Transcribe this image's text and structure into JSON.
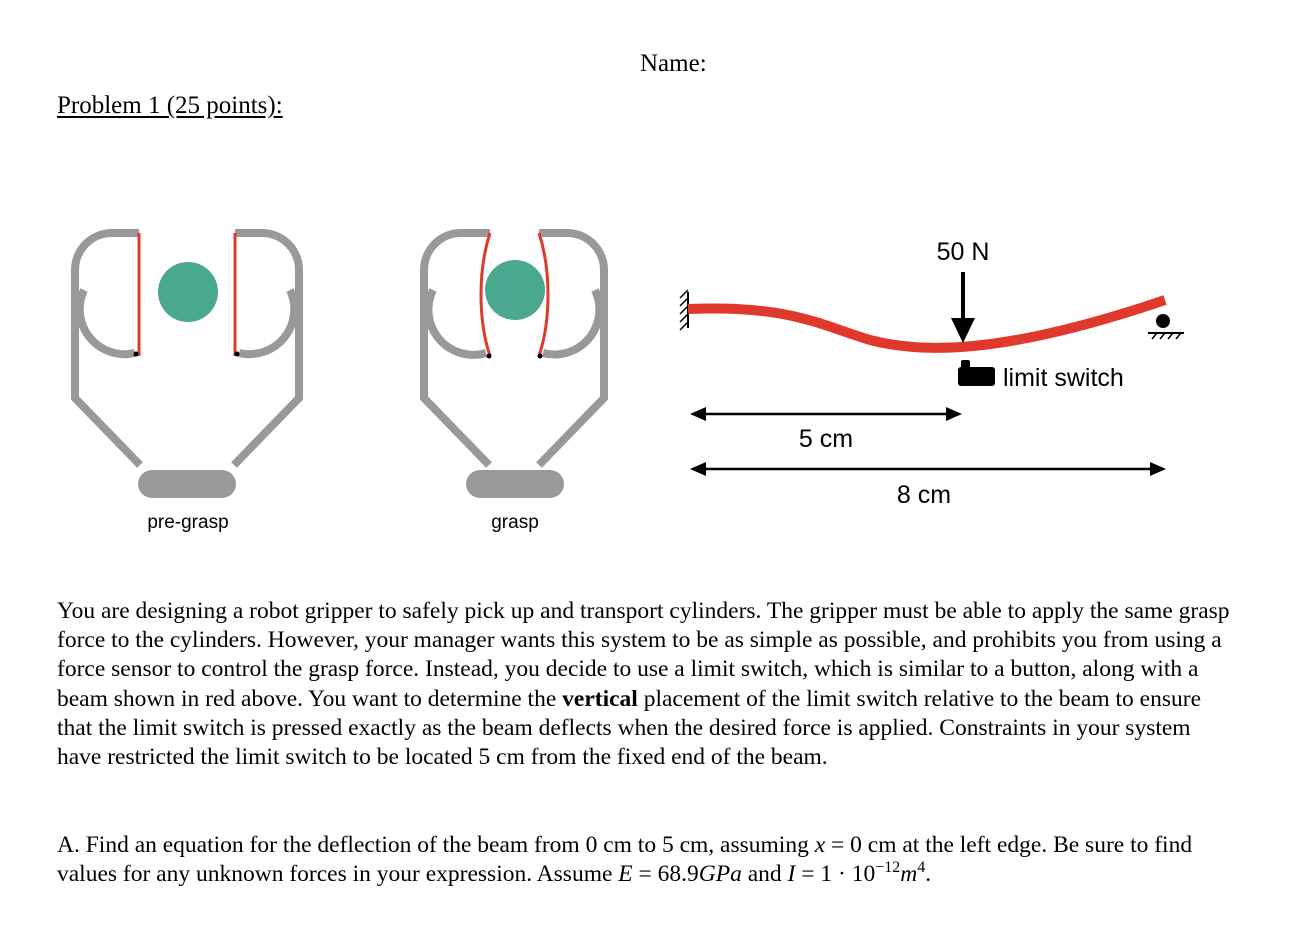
{
  "header": {
    "name_label": "Name:",
    "problem_title": "Problem 1 (25 points):"
  },
  "figure": {
    "gripper_labels": {
      "pre_grasp": "pre-grasp",
      "grasp": "grasp"
    },
    "beam": {
      "force_label": "50 N",
      "limit_switch_label": "limit switch",
      "dim_short_label": "5 cm",
      "dim_long_label": "8 cm"
    },
    "colors": {
      "gripper_gray": "#999999",
      "finger_red": "#e0392b",
      "cylinder_green": "#4aa88f",
      "beam_red": "#e0392b"
    }
  },
  "text": {
    "p1_a": "You are designing a robot gripper to safely pick up and transport cylinders. The gripper must be able to apply the same grasp force to the cylinders. However, your manager wants this system to be as simple as possible, and prohibits you from using a force sensor to control the grasp force. Instead, you decide to use a limit switch, which is similar to a button, along with a beam shown in red above. You want to determine the ",
    "p1_bold": "vertical",
    "p1_b": " placement of the limit switch relative to the beam to ensure that the limit switch is pressed exactly as the beam deflects when the desired force is applied. Constraints in your system have restricted the limit switch to be located 5 cm from the fixed end of the beam.",
    "p2_a": "A. Find an equation for the deflection of the beam from 0 cm to 5 cm, assuming ",
    "p2_x": "x",
    "p2_b": " = 0 cm at the left edge. Be sure to find values for any unknown forces in your expression. Assume ",
    "p2_E": "E",
    "p2_c": " = 68.9",
    "p2_GPa": "GPa",
    "p2_d": " and ",
    "p2_I": "I",
    "p2_e": " = 1 · 10",
    "p2_exp": "−12",
    "p2_m": "m",
    "p2_mexp": "4",
    "p2_f": "."
  }
}
